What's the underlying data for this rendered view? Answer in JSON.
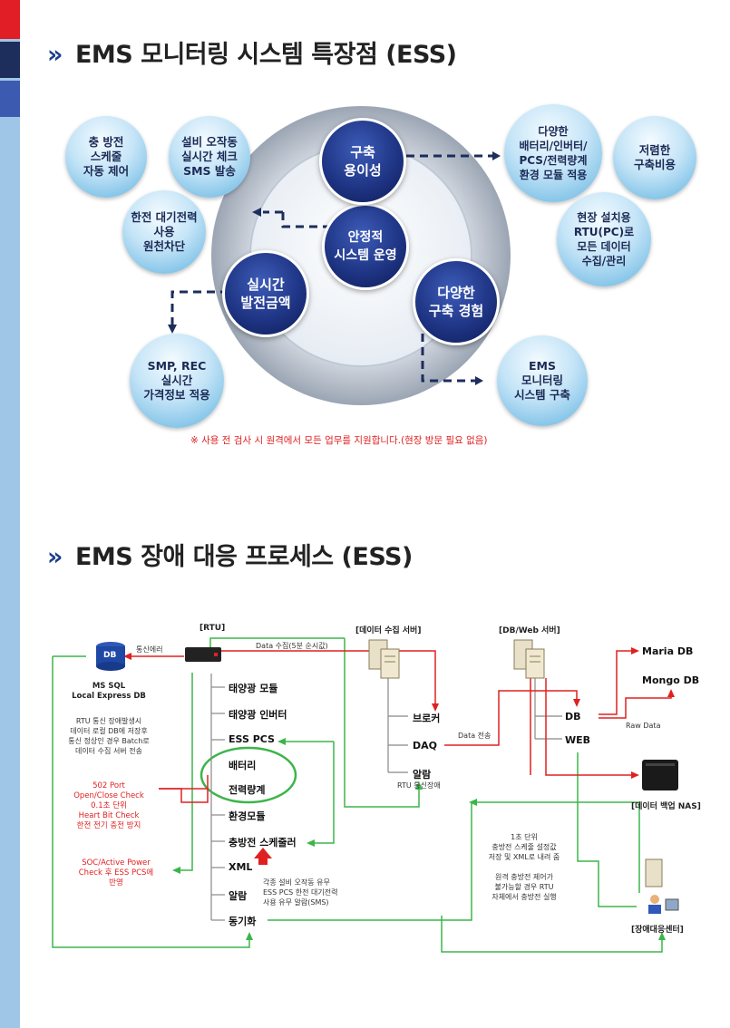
{
  "section1": {
    "title": "EMS 모니터링 시스템 특장점 (ESS)"
  },
  "section2": {
    "title": "EMS 장애 대응 프로세스 (ESS)"
  },
  "features": {
    "center": "안정적\n시스템 운영",
    "ring_top": "구축\n용이성",
    "ring_left": "실시간\n발전금액",
    "ring_right": "다양한\n구축 경험",
    "b1": "충 방전\n스케줄\n자동 제어",
    "b2": "설비 오작동\n실시간 체크\nSMS 발송",
    "b3": "한전 대기전력\n사용\n원천차단",
    "b4": "SMP, REC\n실시간\n가격정보 적용",
    "b5": "다양한\n배터리/인버터/\nPCS/전력량계\n환경 모듈 적용",
    "b6": "저렴한\n구축비용",
    "b7": "현장 설치용\nRTU(PC)로\n모든 데이터\n수집/관리",
    "b8": "EMS\n모니터링\n시스템 구축",
    "note": "※ 사용 전 검사 시 원격에서 모든 업무를 지원합니다.(현장 방문 필요 없음)"
  },
  "process": {
    "rtu_label": "[RTU]",
    "collect_server_label": "[데이터 수집 서버]",
    "dbweb_label": "[DB/Web 서버]",
    "db_icon_text": "DB",
    "comm_error": "통신에러",
    "data_collect": "Data 수집(5분 순시값)",
    "mssql": "MS SQL\nLocal Express DB",
    "rtu_desc": "RTU 통신 장애발생시\n데이터 로컬 DB에 저장후\n통신 정상인 경우 Batch로\n데이터 수집 서버 전송",
    "port_desc": "502 Port\nOpen/Close Check\n0.1초 단위\nHeart Bit Check\n한전 전기 충전 방지",
    "soc_desc": "SOC/Active Power\nCheck 후 ESS PCS에\n반영",
    "rtu_items": [
      "태양광 모듈",
      "태양광 인버터",
      "ESS PCS",
      "배터리",
      "전력량계",
      "환경모듈",
      "충방전 스케줄러",
      "XML",
      "알람",
      "동기화"
    ],
    "broker": "브로커",
    "daq": "DAQ",
    "alarm": "알람",
    "rtu_comm_fail": "RTU 통신장애",
    "data_transfer": "Data 전송",
    "db": "DB",
    "web": "WEB",
    "raw_data": "Raw Data",
    "mariadb": "Maria DB",
    "mongodb": "Mongo DB",
    "nas": "[데이터 백업 NAS]",
    "sched_desc": "1초 단위\n충방전 스케줄 설정값\n저장 및 XML로 내려 줌",
    "remote_desc": "원격 충방전 제어가\n불가능할 경우 RTU\n자체에서 충방전 실행",
    "alarm_desc": "각종 설비 오작동 유무\nESS PCS 한전 대기전력\n사용 유무 알람(SMS)",
    "center": "[장애대응센터]"
  }
}
